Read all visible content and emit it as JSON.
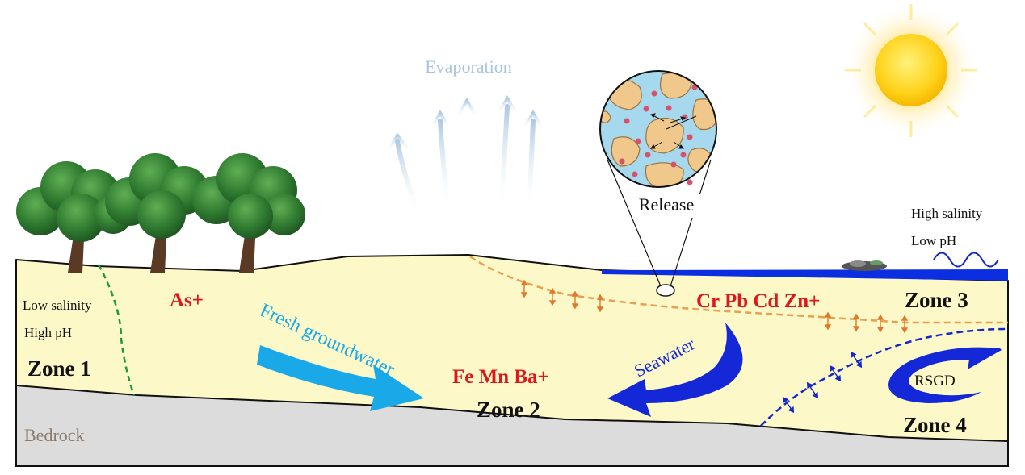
{
  "labels": {
    "evaporation": "Evaporation",
    "release": "Release",
    "high_salinity": "High salinity",
    "low_ph": "Low pH",
    "low_salinity": "Low salinity",
    "high_ph": "High pH",
    "zone1": "Zone 1",
    "zone2": "Zone 2",
    "zone3": "Zone 3",
    "zone4": "Zone 4",
    "bedrock": "Bedrock",
    "as_plus": "As+",
    "fe_mn_ba": "Fe Mn Ba+",
    "cr_pb_cd_zn": "Cr Pb Cd Zn+",
    "fresh_groundwater": "Fresh groundwater",
    "seawater": "Seawater",
    "rsgd": "RSGD"
  },
  "colors": {
    "aquifer": "#fcf8c8",
    "bedrock": "#dcdcdc",
    "sea": "#0a2ee0",
    "contaminant_red": "#e0161c",
    "fresh_arrow": "#1aa9e8",
    "seawater_arrow": "#1428d8",
    "evaporation": "#a7c3e0",
    "bedrock_text": "#8c7b6c",
    "freshwater_boundary": "#1f9a3a",
    "saltwater_boundary": "#e8a050",
    "rsgd_boundary": "#1428c8",
    "sun": "#ffd020",
    "pore_water": "#a6d8ee",
    "grain": "#f0c88c",
    "ion": "#d8506a"
  },
  "icons": [
    "sun-icon",
    "tree-icon",
    "boat-icon",
    "wave-icon"
  ]
}
